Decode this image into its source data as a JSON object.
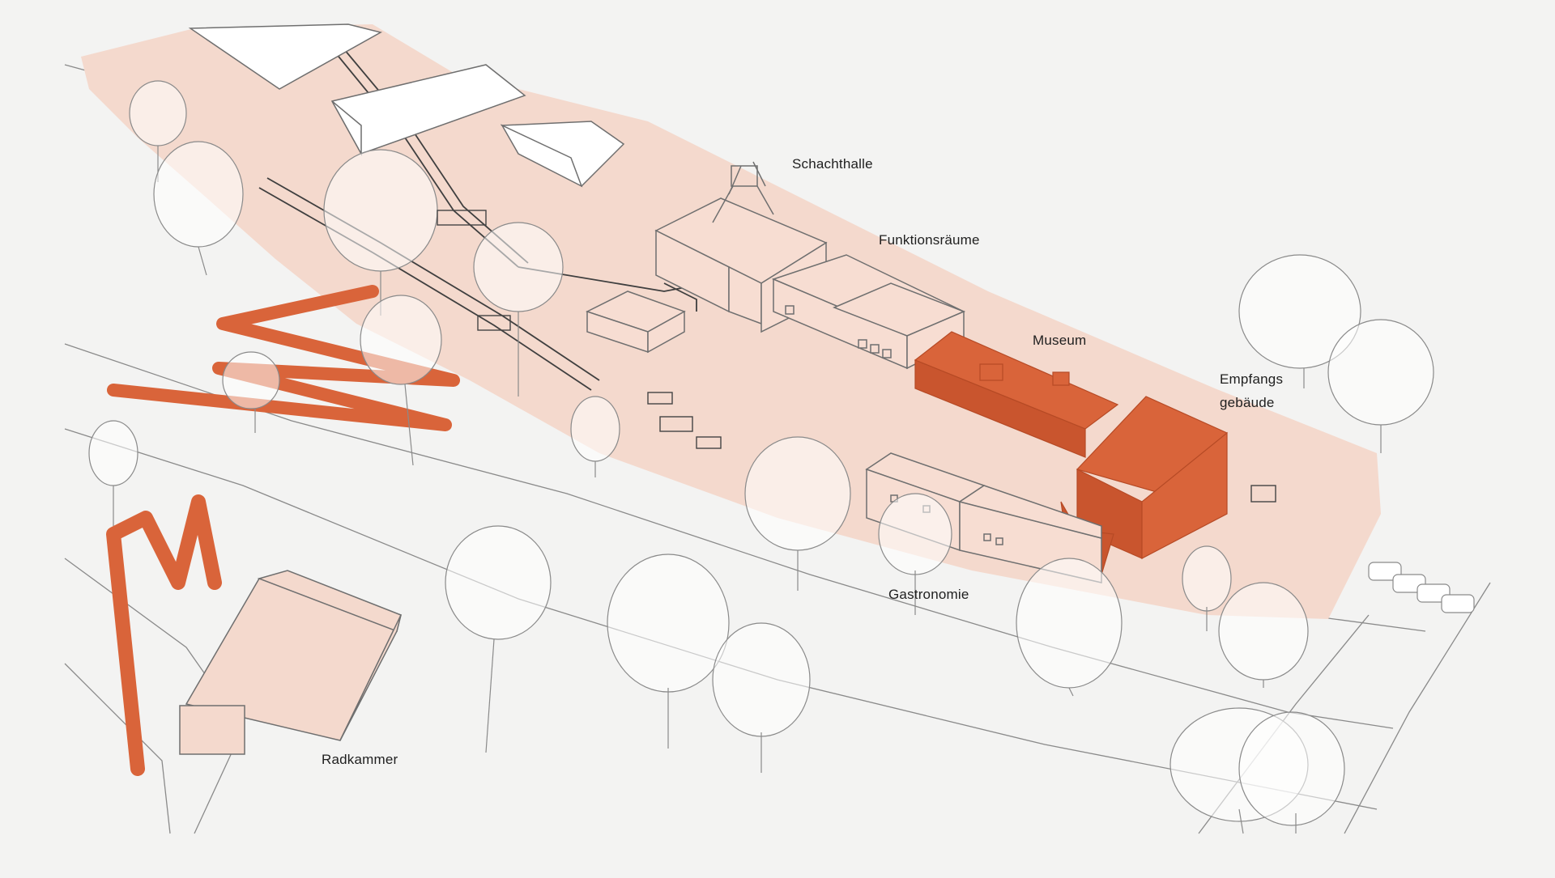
{
  "diagram": {
    "labels": {
      "schachthalle": "Schachthalle",
      "funktionsraeume": "Funktionsräume",
      "museum": "Museum",
      "empfangs_line1": "Empfangs",
      "empfangs_line2": "gebäude",
      "gastronomie": "Gastronomie",
      "radkammer": "Radkammer"
    },
    "colors": {
      "background": "#f3f3f2",
      "site_fill": "#f4d9cd",
      "highlight": "#d9643a",
      "highlight_dark": "#b64a25",
      "line": "#6f6f6f",
      "building_fill": "#f7ddd2",
      "white_building": "#ffffff"
    }
  }
}
